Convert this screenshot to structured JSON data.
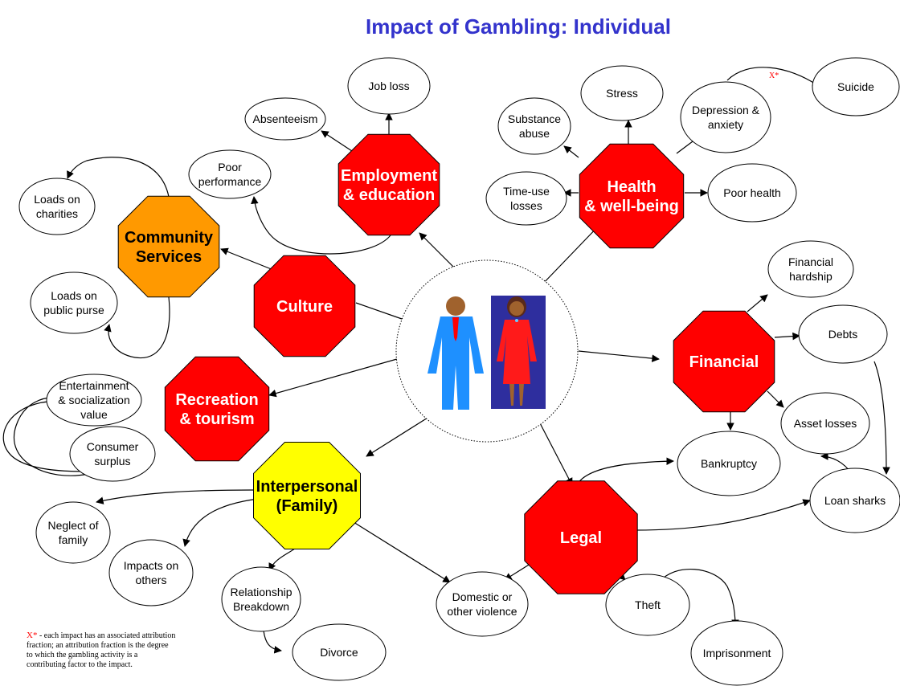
{
  "title": "Impact of Gambling: Individual",
  "colors": {
    "title": "#3333cc",
    "octagon_red": "#ff0000",
    "octagon_orange": "#ff9900",
    "octagon_yellow": "#ffff00",
    "attribution_marker": "#ff0000"
  },
  "center": {
    "icons": [
      "man-figure-icon",
      "woman-figure-icon"
    ]
  },
  "categories": {
    "employment": [
      "Employment",
      "& education"
    ],
    "health": [
      "Health",
      "& well-being"
    ],
    "community": [
      "Community",
      "Services"
    ],
    "culture": [
      "Culture"
    ],
    "financial": [
      "Financial"
    ],
    "recreation": [
      "Recreation",
      "& tourism"
    ],
    "interpersonal": [
      "Interpersonal",
      "(Family)"
    ],
    "legal": [
      "Legal"
    ]
  },
  "impacts": {
    "job_loss": [
      "Job loss"
    ],
    "absenteeism": [
      "Absenteeism"
    ],
    "poor_performance": [
      "Poor",
      "performance"
    ],
    "stress": [
      "Stress"
    ],
    "substance_abuse": [
      "Substance",
      "abuse"
    ],
    "depression": [
      "Depression &",
      "anxiety"
    ],
    "suicide": [
      "Suicide"
    ],
    "time_use": [
      "Time-use",
      "losses"
    ],
    "poor_health": [
      "Poor health"
    ],
    "loads_charities": [
      "Loads on",
      "charities"
    ],
    "loads_purse": [
      "Loads on",
      "public purse"
    ],
    "financial_hardship": [
      "Financial",
      "hardship"
    ],
    "debts": [
      "Debts"
    ],
    "asset_losses": [
      "Asset losses"
    ],
    "bankruptcy": [
      "Bankruptcy"
    ],
    "loan_sharks": [
      "Loan sharks"
    ],
    "entertainment": [
      "Entertainment",
      "& socialization",
      "value"
    ],
    "consumer_surplus": [
      "Consumer",
      "surplus"
    ],
    "neglect": [
      "Neglect of",
      "family"
    ],
    "impacts_others": [
      "Impacts on",
      "others"
    ],
    "relationship": [
      "Relationship",
      "Breakdown"
    ],
    "divorce": [
      "Divorce"
    ],
    "domestic": [
      "Domestic or",
      "other violence"
    ],
    "theft": [
      "Theft"
    ],
    "imprisonment": [
      "Imprisonment"
    ]
  },
  "attribution_marker": "X*",
  "footnote": {
    "marker": "X*",
    "lines": [
      " - each impact has an associated attribution",
      "fraction; an attribution fraction is the degree",
      "to which the gambling activity is a",
      "contributing factor to the impact."
    ]
  }
}
